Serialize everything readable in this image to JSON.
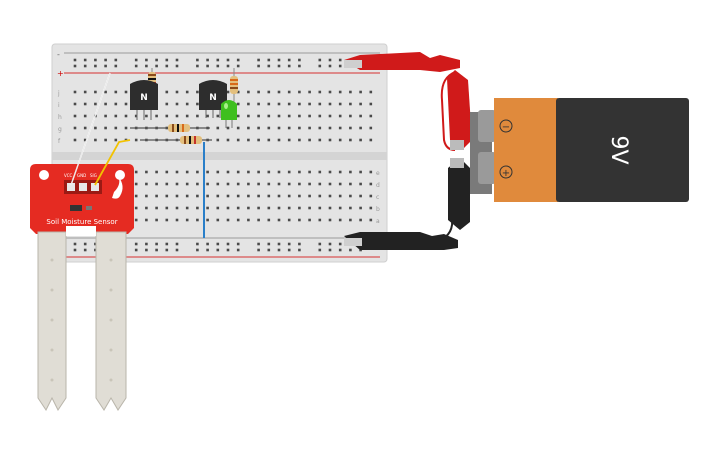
{
  "breadboard": {
    "rail_minus": "-",
    "rail_plus": "+",
    "row_letters_top": [
      "j",
      "i",
      "h",
      "g",
      "f"
    ],
    "row_letters_bottom": [
      "e",
      "d",
      "c",
      "b",
      "a"
    ],
    "column_count": 30
  },
  "transistors": [
    {
      "label": "N"
    },
    {
      "label": "N"
    }
  ],
  "sensor": {
    "label": "Soil Moisture Sensor",
    "pins": [
      "VCC",
      "GND",
      "SIG"
    ],
    "color": "#e52b22"
  },
  "battery": {
    "voltage_label": "9V",
    "minus": "−",
    "plus": "+",
    "color_body": "#333333",
    "color_cap": "#e08a3c"
  },
  "colors": {
    "red_wire": "#d01a1a",
    "black_wire": "#222222",
    "yellow_wire": "#f2c200",
    "blue_wire": "#2a7fc9",
    "led": "#3fbf1f"
  }
}
